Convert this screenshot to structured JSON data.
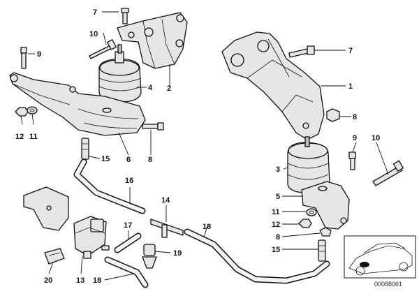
{
  "callouts": [
    {
      "id": "c7a",
      "text": "7"
    },
    {
      "id": "c10a",
      "text": "10"
    },
    {
      "id": "c9a",
      "text": "9"
    },
    {
      "id": "c4",
      "text": "4"
    },
    {
      "id": "c2",
      "text": "2"
    },
    {
      "id": "c12a",
      "text": "12"
    },
    {
      "id": "c11a",
      "text": "11"
    },
    {
      "id": "c6",
      "text": "6"
    },
    {
      "id": "c8a",
      "text": "8"
    },
    {
      "id": "c15a",
      "text": "15"
    },
    {
      "id": "c16a",
      "text": "16"
    },
    {
      "id": "c14",
      "text": "14"
    },
    {
      "id": "c17",
      "text": "17"
    },
    {
      "id": "c19",
      "text": "19"
    },
    {
      "id": "c20",
      "text": "20"
    },
    {
      "id": "c13",
      "text": "13"
    },
    {
      "id": "c18a",
      "text": "18"
    },
    {
      "id": "c18b",
      "text": "18"
    },
    {
      "id": "c7b",
      "text": "7"
    },
    {
      "id": "c1",
      "text": "1"
    },
    {
      "id": "c8b",
      "text": "8"
    },
    {
      "id": "c9b",
      "text": "9"
    },
    {
      "id": "c10b",
      "text": "10"
    },
    {
      "id": "c3",
      "text": "3"
    },
    {
      "id": "c5",
      "text": "5"
    },
    {
      "id": "c11b",
      "text": "11"
    },
    {
      "id": "c12b",
      "text": "12"
    },
    {
      "id": "c8c",
      "text": "8"
    },
    {
      "id": "c15b",
      "text": "15"
    }
  ],
  "diagram_code": "00088061"
}
